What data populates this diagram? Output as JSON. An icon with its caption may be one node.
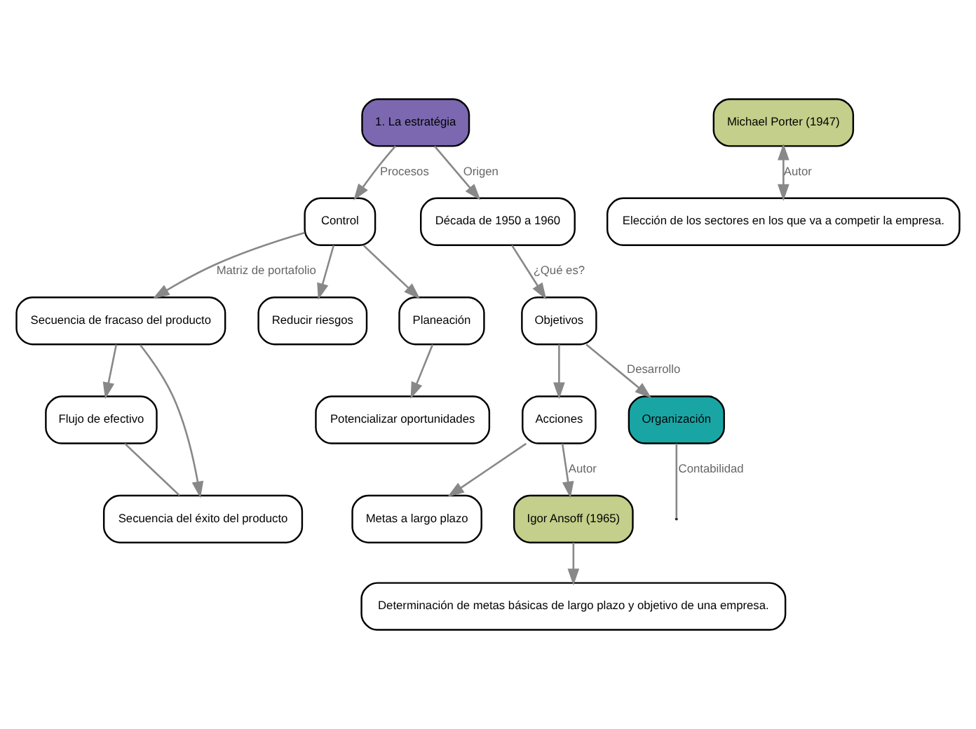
{
  "diagram": {
    "nodes": [
      {
        "text": [
          "Secuencia de fracaso del producto"
        ]
      },
      {
        "text": [
          "Flujo de efectivo"
        ]
      },
      {
        "text": [
          "Secuencia del éxito del producto"
        ]
      },
      {
        "text": [
          "Control"
        ]
      },
      {
        "text": [
          "Reducir riesgos"
        ]
      },
      {
        "text": [
          "Planeación"
        ]
      },
      {
        "text": [
          "Potencializar oportunidades"
        ]
      },
      {
        "text": [
          "1. La estratégia"
        ]
      },
      {
        "text": [
          "Elección de los sectores en los que va a competir la empresa."
        ]
      },
      {
        "text": [
          "Michael Porter (1947)"
        ]
      },
      {
        "text": [
          "Década de 1950 a 1960"
        ]
      },
      {
        "text": [
          "Objetivos"
        ]
      },
      {
        "text": [
          "Acciones"
        ]
      },
      {
        "text": [
          "Metas a largo plazo"
        ]
      },
      {
        "text": [
          "Organización"
        ]
      },
      {
        "text": [
          "Igor Ansoff (1965)"
        ]
      },
      {
        "text": [
          "Determinación de metas básicas de largo plazo y objetivo de una empresa."
        ]
      }
    ],
    "edges": [
      {
        "from": 7,
        "to": 3,
        "arrow": "to",
        "label": "Procesos"
      },
      {
        "from": 3,
        "to": 0,
        "arrow": "to",
        "label": "Matriz de portafolio"
      },
      {
        "from": 0,
        "to": 1,
        "arrow": "to"
      },
      {
        "from": 0,
        "to": 2,
        "arrow": "to"
      },
      {
        "from": 1,
        "to": 2,
        "arrow": "none"
      },
      {
        "from": 3,
        "to": 4,
        "arrow": "to"
      },
      {
        "from": 3,
        "to": 5,
        "arrow": "to"
      },
      {
        "from": 5,
        "to": 6,
        "arrow": "to"
      },
      {
        "from": 7,
        "to": 10,
        "arrow": "to",
        "label": "Origen"
      },
      {
        "from": 10,
        "to": 11,
        "arrow": "to",
        "label": "¿Qué es?"
      },
      {
        "from": 11,
        "to": 12,
        "arrow": "to"
      },
      {
        "from": 11,
        "to": 14,
        "arrow": "to",
        "label": "Desarrollo"
      },
      {
        "from": 12,
        "to": 13,
        "arrow": "to"
      },
      {
        "from": 12,
        "to": 15,
        "arrow": "to",
        "label": "Autor"
      },
      {
        "from": 15,
        "to": 16,
        "arrow": "to"
      },
      {
        "from": 9,
        "to": 8,
        "arrow": "both",
        "label": "Autor"
      },
      {
        "from": 14,
        "to": null,
        "arrow": "none",
        "label": "Contabilidad"
      }
    ]
  }
}
